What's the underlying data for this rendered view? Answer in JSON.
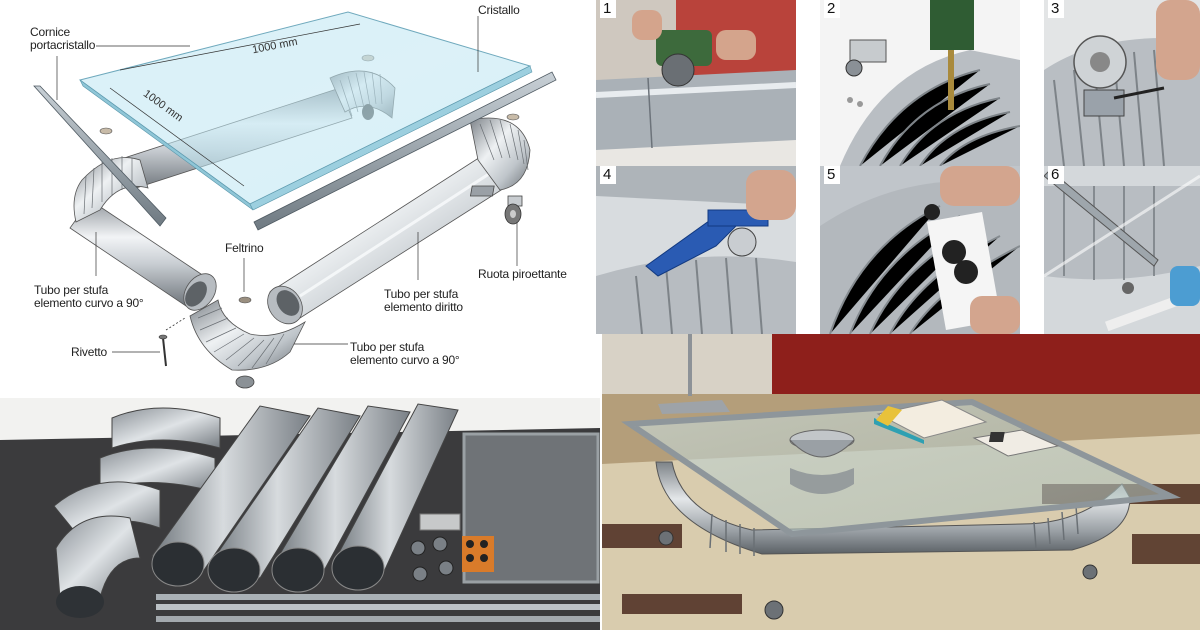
{
  "diagram": {
    "labels": {
      "cornice": "Cornice\nportacristallo",
      "cristallo": "Cristallo",
      "dim_width": "1000 mm",
      "dim_depth": "1000 mm",
      "feltrino": "Feltrino",
      "ruota": "Ruota piroettante",
      "tubo_curvo_left": "Tubo per stufa\nelemento curvo a 90°",
      "tubo_diritto": "Tubo per stufa\nelemento diritto",
      "tubo_curvo_bottom": "Tubo per stufa\nelemento curvo a 90°",
      "rivetto": "Rivetto"
    }
  },
  "steps": [
    {
      "number": "1",
      "subject": "cutting-pipe-with-angle-grinder"
    },
    {
      "number": "2",
      "subject": "drilling-elbow-for-caster"
    },
    {
      "number": "3",
      "subject": "fixing-caster-with-hex-key"
    },
    {
      "number": "4",
      "subject": "riveting-caster-with-rivet-gun"
    },
    {
      "number": "5",
      "subject": "applying-felt-pads"
    },
    {
      "number": "6",
      "subject": "applying-silicone-to-frame"
    }
  ],
  "photos": {
    "parts": "kit-of-parts",
    "room": "finished-coffee-table"
  }
}
